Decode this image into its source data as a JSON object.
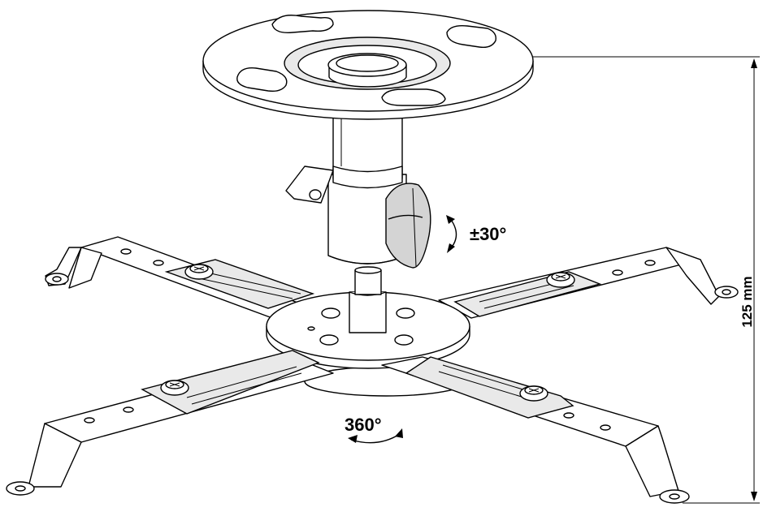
{
  "diagram": {
    "subject": "projector-ceiling-mount",
    "labels": {
      "tilt": "±30°",
      "rotation": "360°",
      "dimension": "125 mm"
    },
    "colors": {
      "line": "#000000",
      "background": "#ffffff",
      "shade": "#e9e9e9"
    }
  }
}
